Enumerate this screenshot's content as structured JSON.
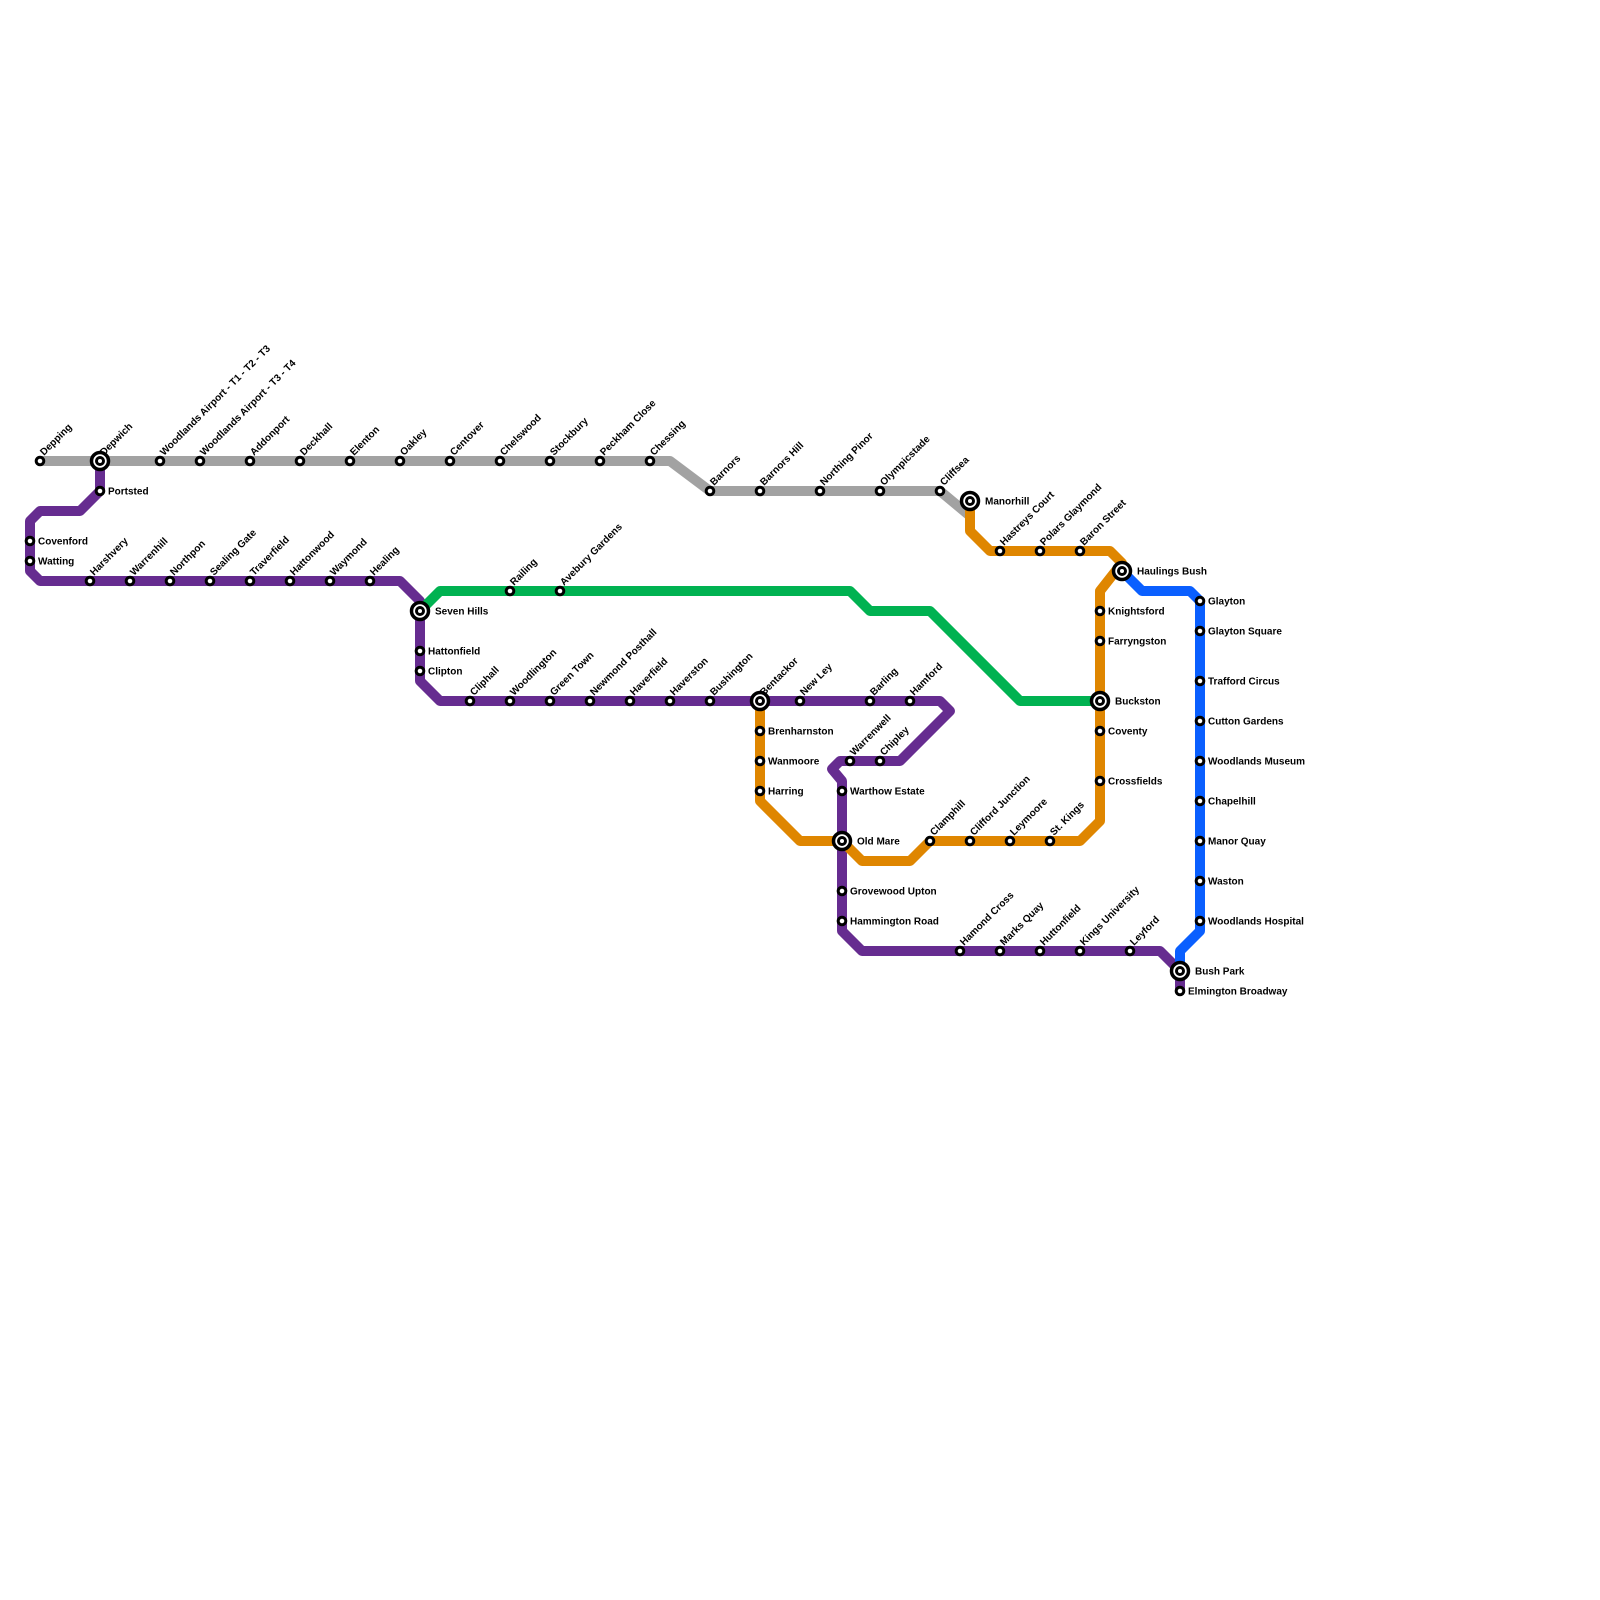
{
  "colors": {
    "grey": "#a2a2a2",
    "purple": "#662c90",
    "green": "#00b251",
    "orange": "#df8600",
    "blue": "#0a5fff"
  },
  "stations": {
    "dep": "Depping",
    "dpw": "Depwich",
    "wa1": "Woodlands Airport - T1 - T2 - T3",
    "wa2": "Woodlands Airport - T3 - T4",
    "add": "Addonport",
    "dck": "Deckhall",
    "elt": "Elenton",
    "oak": "Oakley",
    "cen": "Centover",
    "chw": "Chelswood",
    "stk": "Stockbury",
    "pec": "Peckham Close",
    "chs": "Chessing",
    "bar": "Barnors",
    "bah": "Barnors Hill",
    "nop": "Northing Pinor",
    "oly": "Olympicstade",
    "clf": "Cliffsea",
    "man": "Manorhill",
    "por": "Portsted",
    "cov": "Covenford",
    "wat": "Watting",
    "har": "Harshvery",
    "wah": "Warrenhill",
    "nor": "Northpon",
    "sea": "Sealing Gate",
    "trv": "Traverfield",
    "hat": "Hattonwood",
    "way": "Waymond",
    "hea": "Healing",
    "sev": "Seven Hills",
    "htf": "Hattonfield",
    "cli": "Clipton",
    "clh": "Cliphall",
    "wdl": "Woodlington",
    "grt": "Green Town",
    "new": "Newmond Posthall",
    "hav": "Haverfield",
    "hvs": "Haverston",
    "bus": "Bushington",
    "ben": "Bentackor",
    "nly": "New Ley",
    "bag": "Barling",
    "ham": "Hamford",
    "wrw": "Warrenwell",
    "chp": "Chipley",
    "wte": "Warthow Estate",
    "old": "Old Mare",
    "gru": "Grovewood Upton",
    "hmr": "Hammington Road",
    "hmc": "Hamond Cross",
    "mkq": "Marks Quay",
    "hut": "Huttonfield",
    "kgu": "Kings University",
    "ley": "Leyford",
    "bsp": "Bush Park",
    "elm": "Elmington Broadway",
    "rai": "Railing",
    "ave": "Avebury Gardens",
    "buc": "Buckston",
    "bre": "Brenharnston",
    "wan": "Wanmoore",
    "hrr": "Harring",
    "clm": "Clamphill",
    "clj": "Clifford Junction",
    "lym": "Leymoore",
    "stg": "St. Kings",
    "crs": "Crossfields",
    "cvt": "Coventy",
    "far": "Farryngston",
    "kni": "Knightsford",
    "hsc": "Hastreys Court",
    "plg": "Polars Glaymond",
    "bst": "Baron Street",
    "hau": "Haulings Bush",
    "gly": "Glayton",
    "gls": "Glayton Square",
    "trc": "Trafford Circus",
    "cut": "Cutton Gardens",
    "wdm": "Woodlands Museum",
    "chl": "Chapelhill",
    "mnq": "Manor Quay",
    "wst": "Waston",
    "wdh": "Woodlands Hospital"
  }
}
